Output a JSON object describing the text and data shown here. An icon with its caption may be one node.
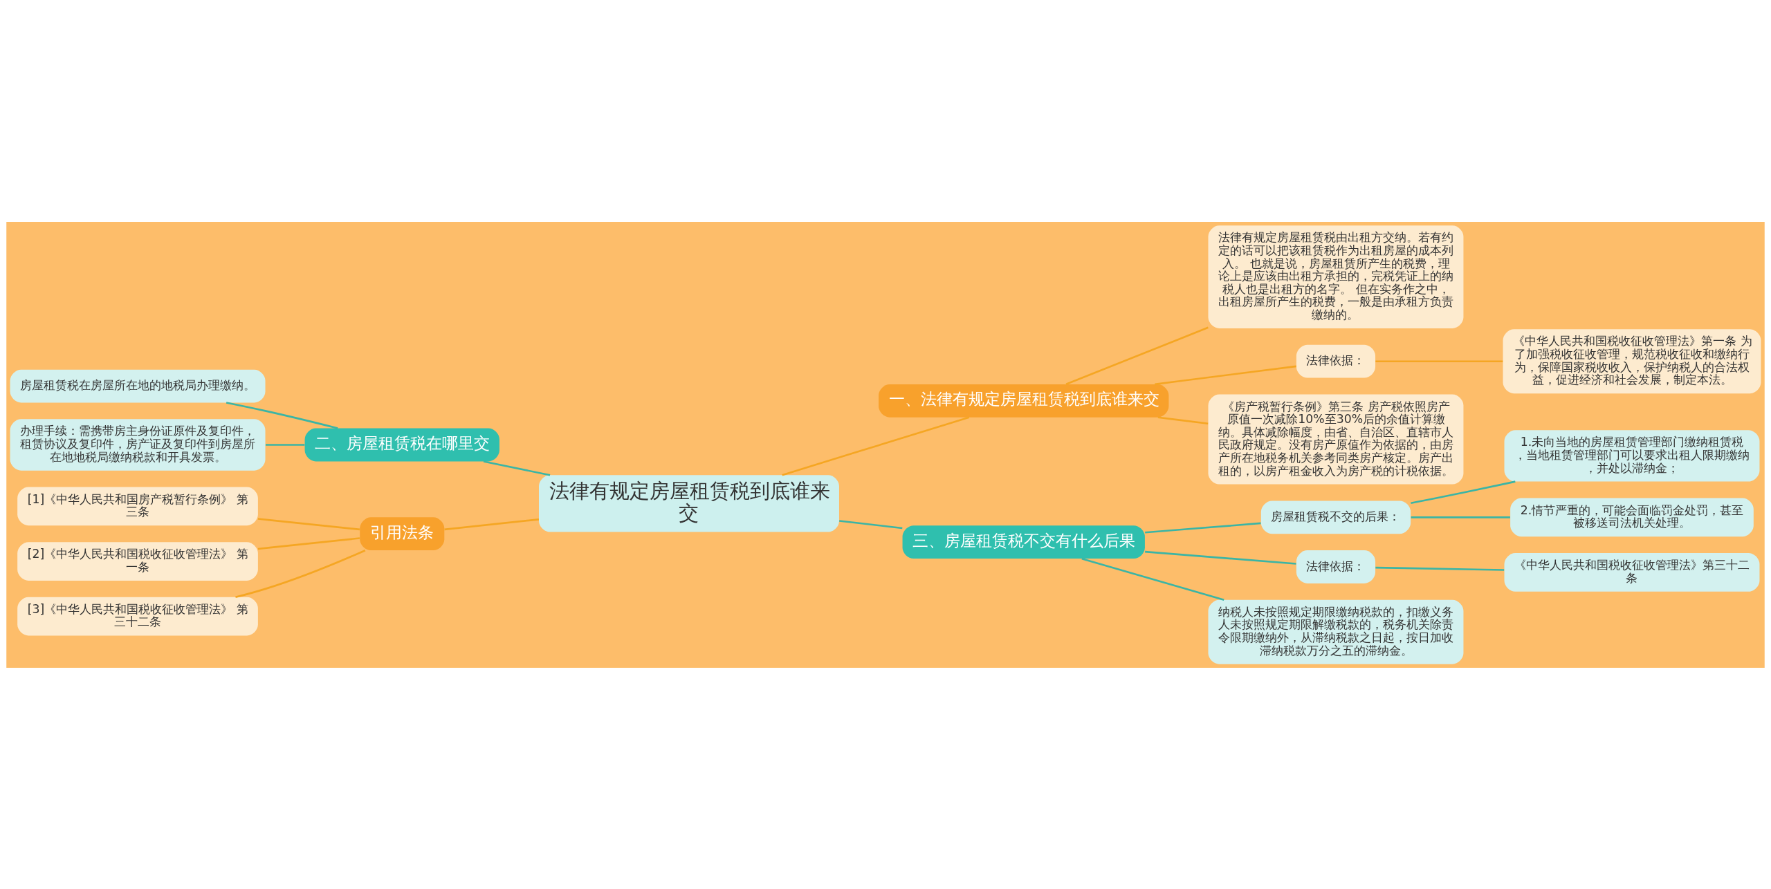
{
  "diagram": {
    "nodes": [
      {
        "text": [
          "法律有规定房屋租赁税到底谁来交"
        ]
      },
      {
        "text": [
          "一、法律有规定房屋租赁税到底谁来交"
        ]
      },
      {
        "text": [
          "法律有规定房屋租赁税由出租方交纳。若有约定的话可以把该租赁税作为出租房屋的成本列入。 也就是说，房屋租赁所产生的税费，理论上是应该由出租方承担的，完税凭证上的纳税人也是出租方的名字。 但在实务作之中，出租房屋所产生的税费，一般是由承租方负责缴纳的。"
        ]
      },
      {
        "text": [
          "法律依据："
        ]
      },
      {
        "text": [
          "《中华人民共和国税收征收管理法》第一条 为了加强税收征收管理，规范税收征收和缴纳行为，保障国家税收收入，保护纳税人的合法权益，促进经济和社会发展，制定本法。"
        ]
      },
      {
        "text": [
          "《房产税暂行条例》第三条 房产税依照房产原值一次减除10%至30%后的余值计算缴纳。具体减除幅度，由省、自治区、直辖市人民政府规定。没有房产原值作为依据的，由房产所在地税务机关参考同类房产核定。房产出租的，以房产租金收入为房产税的计税依据。"
        ]
      },
      {
        "text": [
          "三、房屋租赁税不交有什么后果"
        ]
      },
      {
        "text": [
          "房屋租赁税不交的后果："
        ]
      },
      {
        "text": [
          "1.未向当地的房屋租赁管理部门缴纳租赁税，当地租赁管理部门可以要求出租人限期缴纳，并处以滞纳金；"
        ]
      },
      {
        "text": [
          "2.情节严重的，可能会面临罚金处罚，甚至被移送司法机关处理。"
        ]
      },
      {
        "text": [
          "法律依据："
        ]
      },
      {
        "text": [
          "《中华人民共和国税收征收管理法》第三十二条"
        ]
      },
      {
        "text": [
          "纳税人未按照规定期限缴纳税款的，扣缴义务人未按照规定期限解缴税款的，税务机关除责令限期缴纳外，从滞纳税款之日起，按日加收滞纳税款万分之五的滞纳金。"
        ]
      },
      {
        "text": [
          "二、房屋租赁税在哪里交"
        ]
      },
      {
        "text": [
          "房屋租赁税在房屋所在地的地税局办理缴纳。"
        ]
      },
      {
        "text": [
          "办理手续：需携带房主身份证原件及复印件，租赁协议及复印件，房产证及复印件到房屋所在地地税局缴纳税款和开具发票。"
        ]
      },
      {
        "text": [
          "引用法条"
        ]
      },
      {
        "text": [
          "[1]《中华人民共和国房产税暂行条例》 第三条"
        ]
      },
      {
        "text": [
          "[2]《中华人民共和国税收征收管理法》 第一条"
        ]
      },
      {
        "text": [
          "[3]《中华人民共和国税收征收管理法》 第三十二条"
        ]
      }
    ],
    "edges": [
      {
        "from": 0,
        "to": 1,
        "arrow": "none",
        "color": "#f5a623"
      },
      {
        "from": 1,
        "to": 2,
        "arrow": "none",
        "color": "#f5a623"
      },
      {
        "from": 1,
        "to": 3,
        "arrow": "none",
        "color": "#f5a623"
      },
      {
        "from": 3,
        "to": 4,
        "arrow": "none",
        "color": "#f5a623"
      },
      {
        "from": 1,
        "to": 5,
        "arrow": "none",
        "color": "#f5a623"
      },
      {
        "from": 0,
        "to": 6,
        "arrow": "none",
        "color": "#3bb5a5"
      },
      {
        "from": 6,
        "to": 7,
        "arrow": "none",
        "color": "#3bb5a5"
      },
      {
        "from": 7,
        "to": 8,
        "arrow": "none",
        "color": "#3bb5a5"
      },
      {
        "from": 7,
        "to": 9,
        "arrow": "none",
        "color": "#3bb5a5"
      },
      {
        "from": 6,
        "to": 10,
        "arrow": "none",
        "color": "#3bb5a5"
      },
      {
        "from": 10,
        "to": 11,
        "arrow": "none",
        "color": "#3bb5a5"
      },
      {
        "from": 6,
        "to": 12,
        "arrow": "none",
        "color": "#3bb5a5"
      },
      {
        "from": 13,
        "to": 0,
        "arrow": "none",
        "color": "#3bb5a5"
      },
      {
        "from": 14,
        "to": 13,
        "arrow": "none",
        "color": "#3bb5a5"
      },
      {
        "from": 15,
        "to": 13,
        "arrow": "none",
        "color": "#3bb5a5"
      },
      {
        "from": 16,
        "to": 0,
        "arrow": "none",
        "color": "#f5a623"
      },
      {
        "from": 17,
        "to": 16,
        "arrow": "none",
        "color": "#f5a623"
      },
      {
        "from": 18,
        "to": 16,
        "arrow": "none",
        "color": "#f5a623"
      },
      {
        "from": 19,
        "to": 16,
        "arrow": "none",
        "color": "#f5a623"
      }
    ]
  }
}
